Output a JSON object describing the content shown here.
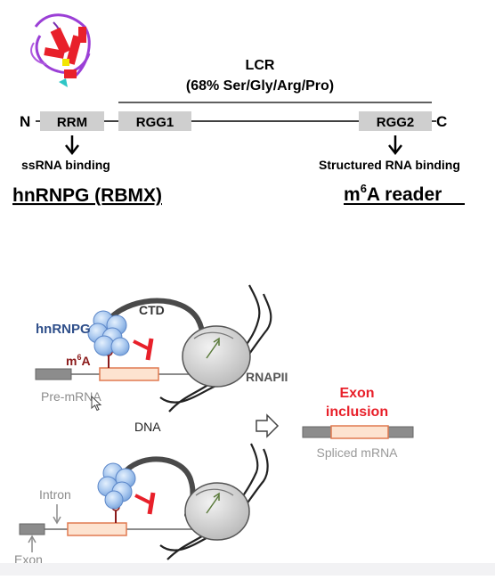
{
  "domain_top": {
    "lcr_title": "LCR",
    "lcr_subtitle": "(68% Ser/Gly/Arg/Pro)",
    "n_label": "N",
    "c_label": "C",
    "rrm_label": "RRM",
    "rgg1_label": "RGG1",
    "rgg2_label": "RGG2",
    "ssrna_label": "ssRNA binding",
    "structured_label": "Structured RNA binding",
    "protein_name": "hnRNPG (RBMX)",
    "reader_base": "m",
    "reader_sup": "6",
    "reader_rest": "A reader"
  },
  "mechanism": {
    "hnrnpg_label": "hnRNPG",
    "ctd_label": "CTD",
    "m6a_base": "m",
    "m6a_sup": "6",
    "m6a_rest": "A",
    "rnapii_label": "RNAPII",
    "premrna_label": "Pre-mRNA",
    "dna_label": "DNA",
    "exon_inclusion_line1": "Exon",
    "exon_inclusion_line2": "inclusion",
    "spliced_label": "Spliced mRNA",
    "intron_label": "Intron",
    "exon_label": "Exon"
  },
  "colors": {
    "domain_box": "#cfcfcf",
    "hnrnpg_text": "#2f4f8a",
    "m6a_text": "#8b1a1a",
    "red_accent": "#e8202a",
    "exon_fill": "#fde3d0",
    "exon_stroke": "#e07a50",
    "gray_exon": "#8c8c8c",
    "polymerase": "#cfcfcf",
    "bead": "#a9c8ef",
    "bead_stroke": "#5b86c8"
  }
}
